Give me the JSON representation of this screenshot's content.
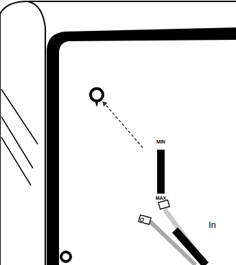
{
  "diagram": {
    "labels": [
      "MIN",
      "MAX",
      "In"
    ]
  }
}
